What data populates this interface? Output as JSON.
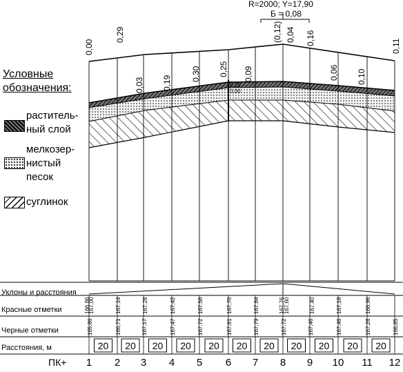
{
  "curve": {
    "radius_label": "R=2000; Y=17,90",
    "bisector_label": "Б = 0,08"
  },
  "legend": {
    "title": "Условные\nобозначения:",
    "items": [
      {
        "key": "veg",
        "label": "раститель-\nный слой"
      },
      {
        "key": "sand",
        "label": "мелкозер-\nнистый\nпесок"
      },
      {
        "key": "loam",
        "label": "суглинок"
      }
    ]
  },
  "depths": {
    "top": [
      "0,00",
      "0,29",
      "(0,12)",
      "0,04",
      "0,16",
      "0,11"
    ],
    "middle": [
      "0,03",
      "0,19",
      "0,30",
      "0,25",
      "0,09",
      "0,06",
      "0,10"
    ]
  },
  "layer_thickness_labels": [
    "0,15",
    "0,00"
  ],
  "table": {
    "rows": [
      "Уклоны и расстояния",
      "Красные отметки",
      "Черные отметки",
      "Расстояния, м"
    ],
    "red_marks": [
      "166,86",
      "167,00",
      "167,14",
      "167,28",
      "167,42",
      "167,56",
      "167,70",
      "167,84",
      "167,76",
      "167,60",
      "167,40",
      "167,18",
      "166,96"
    ],
    "black_marks": [
      "165,86",
      "166,71",
      "167,17",
      "167,47",
      "167,72",
      "167,81",
      "167,79",
      "167,72",
      "167,46",
      "167,46",
      "167,28",
      "166,85"
    ],
    "distances": [
      "20",
      "20",
      "20",
      "20",
      "20",
      "20",
      "20",
      "20",
      "20",
      "20",
      "20"
    ],
    "pk_label": "ПК+",
    "pk": [
      "1",
      "2",
      "3",
      "4",
      "5",
      "6",
      "7",
      "8",
      "9",
      "10",
      "11",
      "12"
    ]
  }
}
